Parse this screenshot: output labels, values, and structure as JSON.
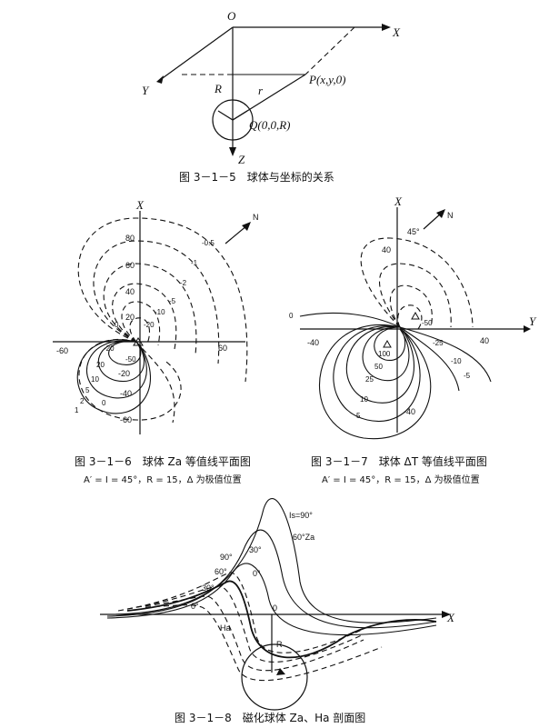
{
  "fig1": {
    "origin": "O",
    "axis_x": "X",
    "axis_y": "Y",
    "axis_z": "Z",
    "label_R": "R",
    "label_r": "r",
    "point_P": "P(x,y,0)",
    "point_Q": "Q(0,0,R)",
    "caption": "图 3－1－5　球体与坐标的关系"
  },
  "fig2": {
    "axis_x": "X",
    "north": "N",
    "ticks_x": [
      "-60",
      "60"
    ],
    "ticks_y": [
      "80",
      "60",
      "40",
      "20",
      "-20",
      "-40",
      "-60"
    ],
    "contour_labels": [
      "-0.5",
      "-1",
      "-2",
      "-5",
      "-10",
      "-20",
      "0",
      "-20",
      "-50",
      "20",
      "10",
      "5",
      "2",
      "1",
      "0"
    ],
    "caption": "图 3－1－6　球体 Za 等值线平面图",
    "params": "A′ = I = 45°，R = 15，Δ 为极值位置"
  },
  "fig3": {
    "axis_x": "X",
    "axis_y": "Y",
    "north": "N",
    "angle": "45°",
    "ticks_x": [
      "-40",
      "40"
    ],
    "ticks_y": [
      "40",
      "-40"
    ],
    "contour_labels": [
      "0",
      "-50",
      "-25",
      "-10",
      "-5",
      "100",
      "50",
      "25",
      "10",
      "5"
    ],
    "caption": "图 3－1－7　球体 ΔT 等值线平面图",
    "params": "A′ = I = 45°，R = 15，Δ 为极值位置"
  },
  "fig4": {
    "axis_x": "X",
    "label_Is": "Is=90°",
    "label_60Za": "60°Za",
    "label_30": "30°",
    "label_90": "90°",
    "label_60": "60°",
    "label_0a": "0°",
    "label_30b": "30°",
    "label_0b": "0°",
    "label_Ha": "Ha",
    "label_0": "0",
    "label_R": "R",
    "caption": "图 3－1－8　磁化球体 Za、Ha 剖面图"
  }
}
